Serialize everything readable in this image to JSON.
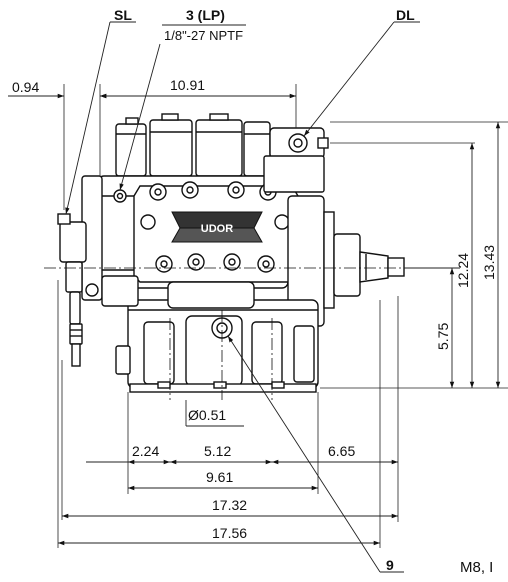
{
  "labels": {
    "sl": "SL",
    "lp": "3 (LP)",
    "npt": "1/8\"-27 NPTF",
    "dl": "DL",
    "port9": "9",
    "m8": "M8, I"
  },
  "dimensions": {
    "d094": "0.94",
    "d1091": "10.91",
    "d1224": "12.24",
    "d1343": "13.43",
    "d575": "5.75",
    "d051": "Ø0.51",
    "d224": "2.24",
    "d512": "5.12",
    "d665": "6.65",
    "d961": "9.61",
    "d1732": "17.32",
    "d1756": "17.56"
  },
  "logo": "UDOR",
  "colors": {
    "line": "#111111",
    "dim": "#222222",
    "fill": "#ffffff",
    "paper": "#ffffff"
  }
}
